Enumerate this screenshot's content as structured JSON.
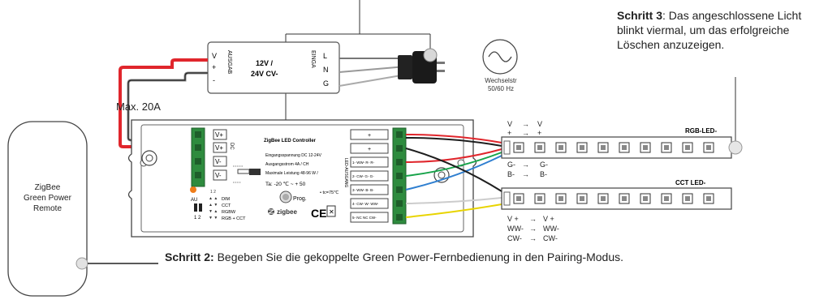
{
  "step3": {
    "bold": "Schritt 3",
    "text": ": Das angeschlossene Licht blinkt viermal, um das erfolgreiche Löschen anzuzeigen."
  },
  "step2": {
    "bold": "Schritt 2:",
    "text": " Begeben Sie die gekoppelte Green Power-Fernbedienung in den Pairing-Modus."
  },
  "max_current": "Max. 20A",
  "remote_label": "ZigBee\nGreen Power\nRemote",
  "power_supply": {
    "out_label": "AUSGAB",
    "in_label": "EINGA",
    "voltage": "12V /\n24V CV-",
    "out_pins": [
      "V",
      "+",
      "-"
    ],
    "in_pins": [
      "L",
      "N",
      "G"
    ]
  },
  "mains": {
    "label": "Wechselstr\n50/60 Hz"
  },
  "controller": {
    "title": "ZigBee LED Controller",
    "specs": [
      "Eingangsspannung DC 12-24V",
      "Ausgangsstrom 4A / CH",
      "Maximale Leistung 48-96 W /"
    ],
    "ta": "Ta: -20 ℃ ~ + 50",
    "tc": "• tc=75℃",
    "prog": "Prog.",
    "zigbee": "zigbee",
    "ce": "CE",
    "input_terminals": [
      "V+",
      "V+",
      "V-",
      "V-"
    ],
    "dip_labels": [
      "DIM",
      "CCT",
      "RGBW",
      "RGB + CCT"
    ],
    "dip_numbers": "1 2",
    "dip_on": "AU",
    "output_label": "LED-AUSGANG",
    "output_terminals": [
      "+",
      "+",
      "1- WW- R- R-",
      "2- CW- G- G-",
      "3- WW- B- B-",
      "4- CW- W- WW-",
      "5- NC NC CW-"
    ],
    "dc_label": "DC"
  },
  "rgb_strip": {
    "title": "RGB-LED-",
    "top_map": [
      [
        "V",
        "V"
      ],
      [
        "+",
        "+"
      ]
    ],
    "bottom_map": [
      [
        "G-",
        "G-"
      ],
      [
        "B-",
        "B-"
      ]
    ]
  },
  "cct_strip": {
    "title": "CCT LED-",
    "bottom_map": [
      [
        "V +",
        "V +"
      ],
      [
        "WW-",
        "WW-"
      ],
      [
        "CW-",
        "CW-"
      ]
    ]
  },
  "colors": {
    "red": "#e0262c",
    "black": "#1e1e1e",
    "green": "#17a34a",
    "blue": "#2f7fd0",
    "yellow": "#e8d400",
    "terminal_green": "#2e8b3e",
    "orange": "#ef7d1a"
  }
}
